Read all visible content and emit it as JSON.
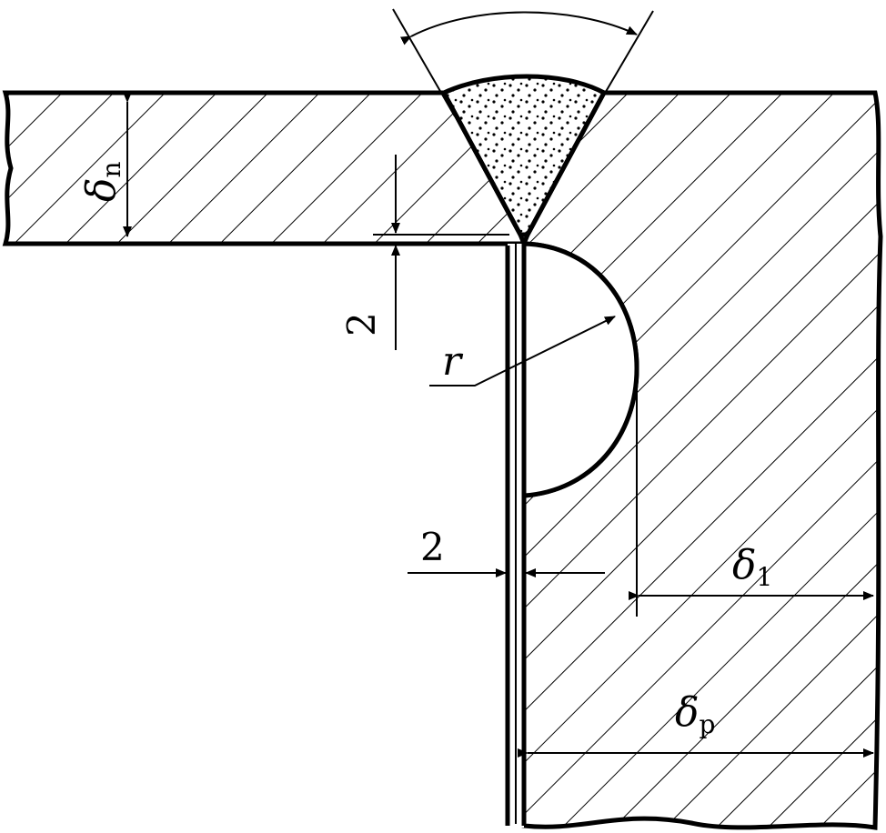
{
  "figure": {
    "type": "weld joint cross-section",
    "labels": {
      "nozzle_thickness": {
        "symbol": "δ",
        "subscript": "n"
      },
      "gap_top": "2",
      "radius": "r",
      "gap_side": "2",
      "depth": {
        "symbol": "δ",
        "subscript": "1"
      },
      "plate_thickness": {
        "symbol": "δ",
        "subscript": "p"
      }
    },
    "colors": {
      "ink": "#000000",
      "background": "#ffffff"
    }
  }
}
